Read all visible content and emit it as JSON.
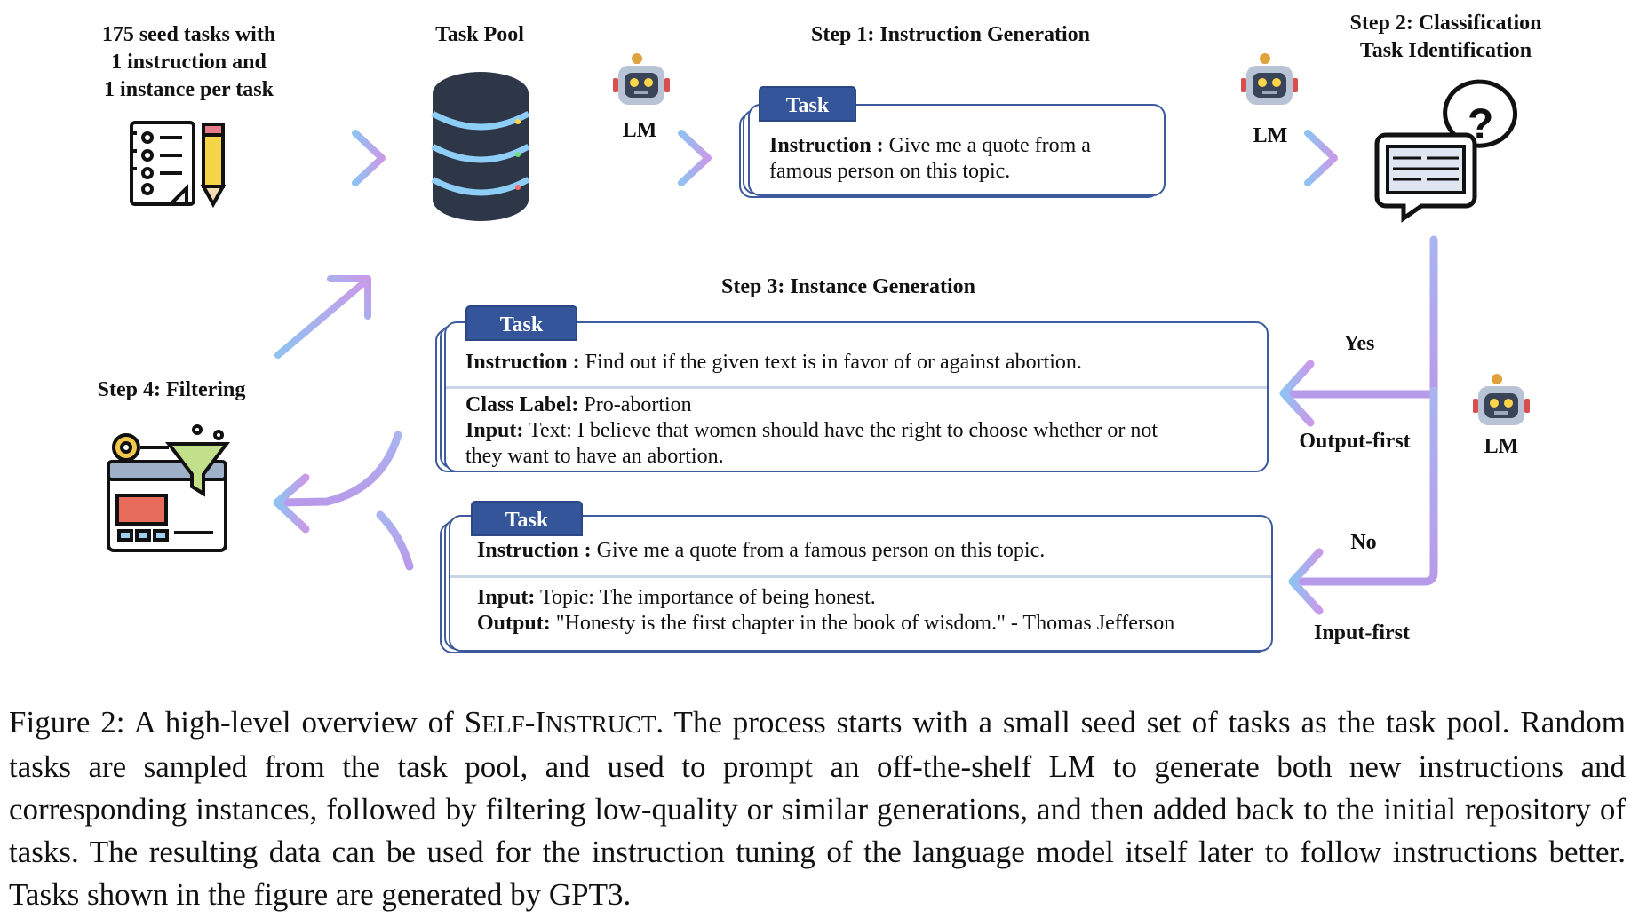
{
  "seed": {
    "line1": "175 seed tasks with",
    "line2": "1 instruction and",
    "line3": "1 instance per task"
  },
  "task_pool": {
    "label": "Task Pool"
  },
  "lm_label": "LM",
  "step1": {
    "title": "Step 1: Instruction Generation",
    "tab": "Task",
    "instruction_key": "Instruction :",
    "instruction_val_1": "Give me a quote from a",
    "instruction_val_2": "famous person on this topic."
  },
  "step2": {
    "title_1": "Step 2: Classification",
    "title_2": "Task Identification"
  },
  "step3": {
    "title": "Step 3: Instance Generation"
  },
  "branch_yes": {
    "label": "Yes",
    "mode": "Output-first"
  },
  "branch_no": {
    "label": "No",
    "mode": "Input-first"
  },
  "card_class": {
    "tab": "Task",
    "instruction_key": "Instruction :",
    "instruction_val": "Find out if the given text is in favor of or against abortion.",
    "label_key": "Class Label:",
    "label_val": "Pro-abortion",
    "input_key": "Input:",
    "input_val_1": "Text: I believe that women should have the right to choose whether or not",
    "input_val_2": "they want to have an abortion."
  },
  "card_nonclass": {
    "tab": "Task",
    "instruction_key": "Instruction :",
    "instruction_val": "Give me a quote from a famous person on this topic.",
    "input_key": "Input:",
    "input_val": "Topic: The importance of being honest.",
    "output_key": "Output:",
    "output_val": "\"Honesty is the first chapter in the book of wisdom.\" - Thomas Jefferson"
  },
  "step4": {
    "title": "Step 4: Filtering"
  },
  "caption": {
    "fig": "Figure 2:",
    "pre": "A high-level overview of",
    "name_S": "S",
    "name_elf": "ELF",
    "name_dash": "-",
    "name_I": "I",
    "name_nstruct": "NSTRUCT",
    "post": ". The process starts with a small seed set of tasks as the task pool. Random tasks are sampled from the task pool, and used to prompt an off-the-shelf LM to generate both new instructions and corresponding instances, followed by filtering low-quality or similar generations, and then added back to the initial repository of tasks. The resulting data can be used for the instruction tuning of the language model itself later to follow instructions better. Tasks shown in the figure are generated by GPT3."
  },
  "colors": {
    "arrow_start": "#8fc2f2",
    "arrow_end": "#c99ae8",
    "tab": "#35559a",
    "card_border": "#3d5a9c",
    "db": "#2d3748",
    "db_ring": "#8ecdf5"
  }
}
